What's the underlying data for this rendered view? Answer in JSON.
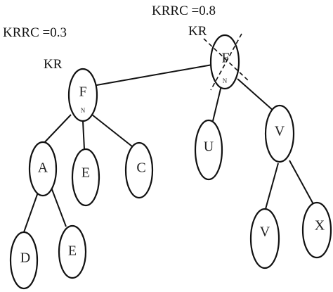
{
  "annotations": {
    "left_krrc": "KRRC =0.3",
    "left_kr": "KR",
    "right_krrc": "KRRC =0.8",
    "right_kr": "KR"
  },
  "nodes": {
    "F": "F",
    "F_mark": "N",
    "root": "F",
    "root_mark": "N",
    "A": "A",
    "E1": "E",
    "C": "C",
    "U": "U",
    "V": "V",
    "D": "D",
    "E2": "E",
    "V2": "V",
    "X": "X"
  },
  "colors": {
    "stroke": "#111111",
    "background": "#ffffff"
  }
}
